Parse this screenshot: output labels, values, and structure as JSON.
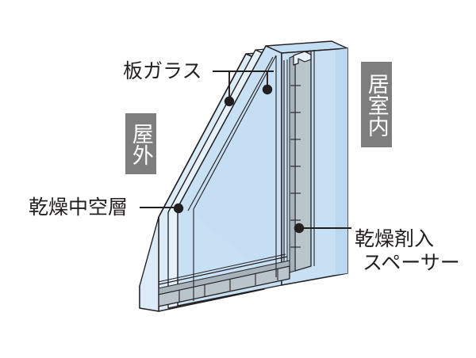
{
  "figure": {
    "kind": "cutaway-cross-section-diagram",
    "subject": "複層ガラス（複層ガラス断面図）",
    "background_color": "#ffffff"
  },
  "labels": {
    "pane_glass": "板ガラス",
    "dry_air_layer": "乾燥中空層",
    "spacer_line1": "乾燥剤入",
    "spacer_line2": "スペーサー"
  },
  "tags": {
    "outdoor": "屋外",
    "indoor": "居室内"
  },
  "colors": {
    "glass_light": "#dcebf8",
    "glass_mid": "#c3ddf2",
    "glass_face": "#c8e0f4",
    "glass_edge_pale": "#e7f1fa",
    "spacer_gray": "#b9c4cb",
    "spacer_gray_dark": "#a7b3bb",
    "outline": "#231f20",
    "tag_bg": "#7e7e7e",
    "tag_text": "#ffffff",
    "leader": "#231f20",
    "text": "#231f20"
  },
  "callouts": [
    {
      "name": "pane-glass-outer",
      "target": "outer glass pane cut edge",
      "dot": [
        289,
        128
      ]
    },
    {
      "name": "pane-glass-inner",
      "target": "inner glass pane cut edge",
      "dot": [
        337,
        113
      ]
    },
    {
      "name": "dry-air-layer",
      "target": "sealed dry air cavity",
      "dot": [
        225,
        264
      ]
    },
    {
      "name": "desiccant-spacer",
      "target": "perimeter spacer bar",
      "dot": [
        377,
        288
      ]
    }
  ]
}
